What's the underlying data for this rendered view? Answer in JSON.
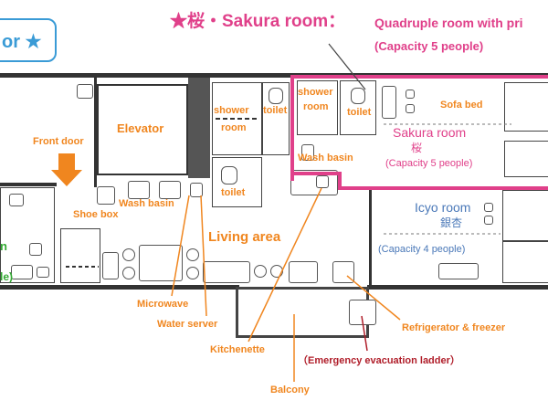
{
  "header": {
    "floor_badge": "or ★",
    "title": "★桜・Sakura room：",
    "subtitle": "Quadruple room with pri",
    "capacity": "(Capacity 5 people)"
  },
  "rooms": {
    "elevator": "Elevator",
    "shower_1": "shower",
    "room_1": "room",
    "toilet_1": "toilet",
    "shower_2": "shower",
    "room_2": "room",
    "toilet_2": "toilet",
    "toilet_3": "toilet",
    "sofa_bed": "Sofa bed",
    "sakura_name": "Sakura room",
    "sakura_kanji": "桜",
    "sakura_capacity": "(Capacity 5 people)",
    "wash_basin_room": "Wash basin",
    "icyo_name": "Icyo room",
    "icyo_kanji": "銀杏",
    "icyo_capacity": "(Capacity 4 people)",
    "left_edge_n": "n",
    "left_edge_le": "le)"
  },
  "labels": {
    "front_door": "Front door",
    "shoe_box": "Shoe box",
    "wash_basin": "Wash basin",
    "living_area": "Living area",
    "microwave": "Microwave",
    "water_server": "Water server",
    "kitchenette": "Kitchenette",
    "refrigerator": "Refrigerator & freezer",
    "emergency": "（Emergency evacuation ladder）",
    "balcony": "Balcony"
  },
  "colors": {
    "accent_pink": "#e0408a",
    "label_orange": "#f0861f",
    "room_blue": "#4a78b8",
    "ladder_red": "#b01e2a"
  }
}
